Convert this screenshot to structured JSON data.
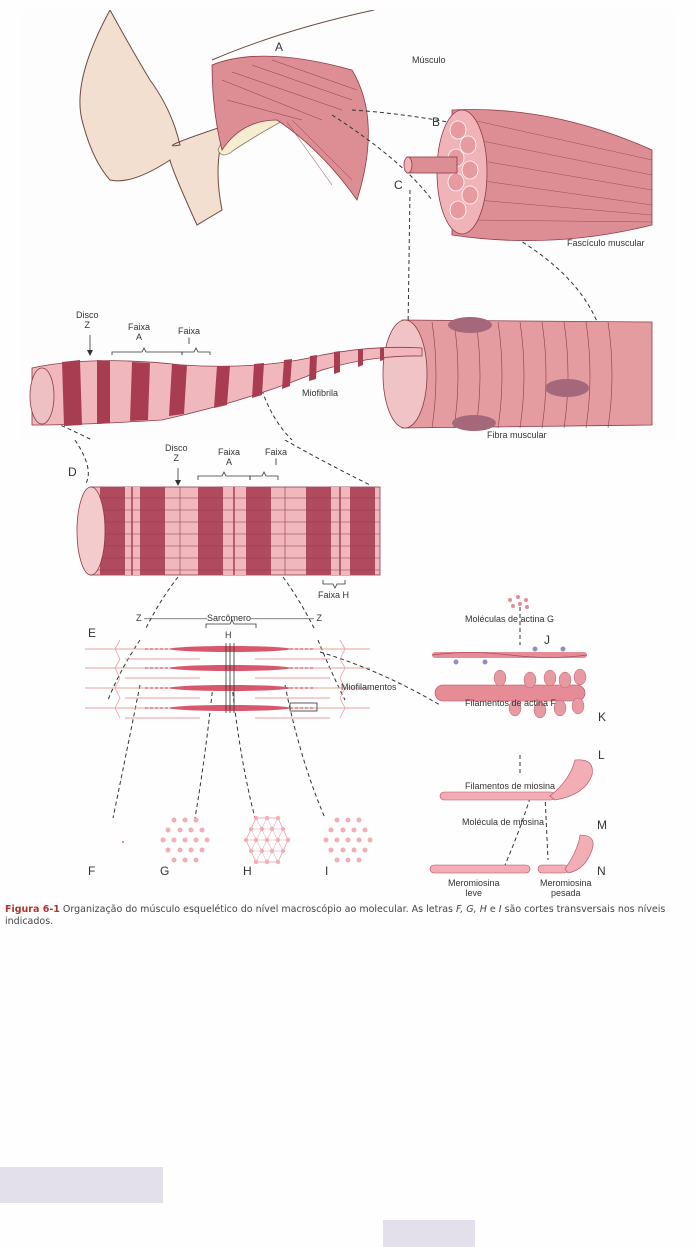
{
  "figure": {
    "labels": {
      "A": "A",
      "B": "B",
      "C": "C",
      "D": "D",
      "E": "E",
      "F": "F",
      "G": "G",
      "H": "H",
      "I": "I",
      "J": "J",
      "K": "K",
      "L": "L",
      "M": "M",
      "N": "N",
      "musculo": "Músculo",
      "fasciculo": "Fascículo muscular",
      "fibra": "Fibra muscular",
      "miofibrila": "Miofibrila",
      "disco_z_1": "Disco\nZ",
      "faixa_a_1": "Faixa\nA",
      "faixa_i_1": "Faixa\nI",
      "disco_z_2": "Disco\nZ",
      "faixa_a_2": "Faixa\nA",
      "faixa_i_2": "Faixa\nI",
      "faixa_h": "Faixa H",
      "sarcomero": "Z ———————Sarcômero——————— Z",
      "h_band": "H",
      "miofilamentos": "Miofilamentos",
      "actina_g": "Moléculas de actina G",
      "actina_f": "Filamentos de actina F",
      "miosina_fil": "Filamentos de miosina",
      "miosina_mol": "Molécula de miosina",
      "meromiosina_leve": "Meromiosina\nleve",
      "meromiosina_pesada": "Meromiosina\npesada"
    },
    "colors": {
      "muscle": "#dd8e94",
      "muscle_dark": "#a83d52",
      "muscle_light": "#f0b8bc",
      "skin": "#f3dfcf",
      "bone": "#f6ecd0",
      "nucleus": "#a5677a",
      "placeholder": "#e3dfeb",
      "caption_accent": "#b2342f"
    }
  },
  "caption": {
    "label": "Figura 6-1",
    "text_1": " Organização do músculo esquelético do nível macroscópio ao molecular. As letras ",
    "letters": "F, G, H",
    "text_2": " e ",
    "letter_i": "I",
    "text_3": " são cortes transversais nos níveis indicados."
  }
}
